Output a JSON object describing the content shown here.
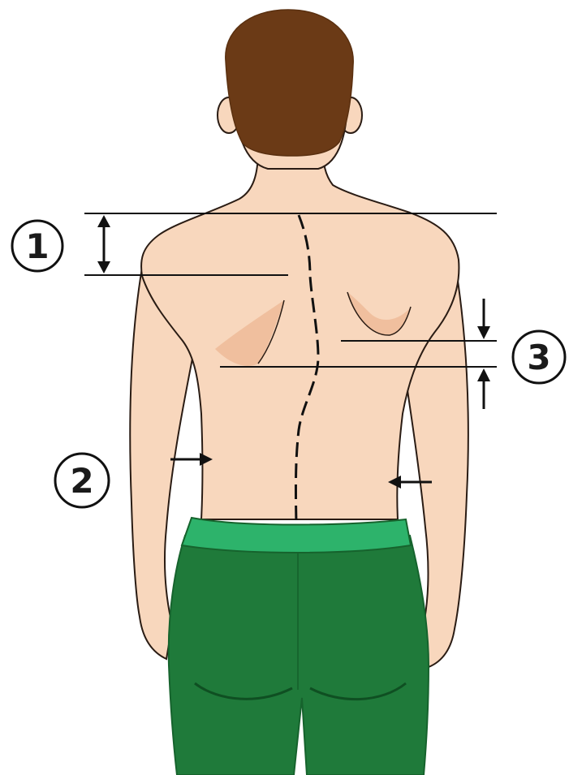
{
  "figure": {
    "markers": [
      {
        "id": "1",
        "label": "1"
      },
      {
        "id": "2",
        "label": "2"
      },
      {
        "id": "3",
        "label": "3"
      }
    ]
  },
  "colors": {
    "skin": "#f8d7bd",
    "skin_outline": "#2a1c14",
    "hair": "#6b3a16",
    "pants": "#1f7a3a",
    "waistband": "#2db36b",
    "line": "#111111"
  }
}
